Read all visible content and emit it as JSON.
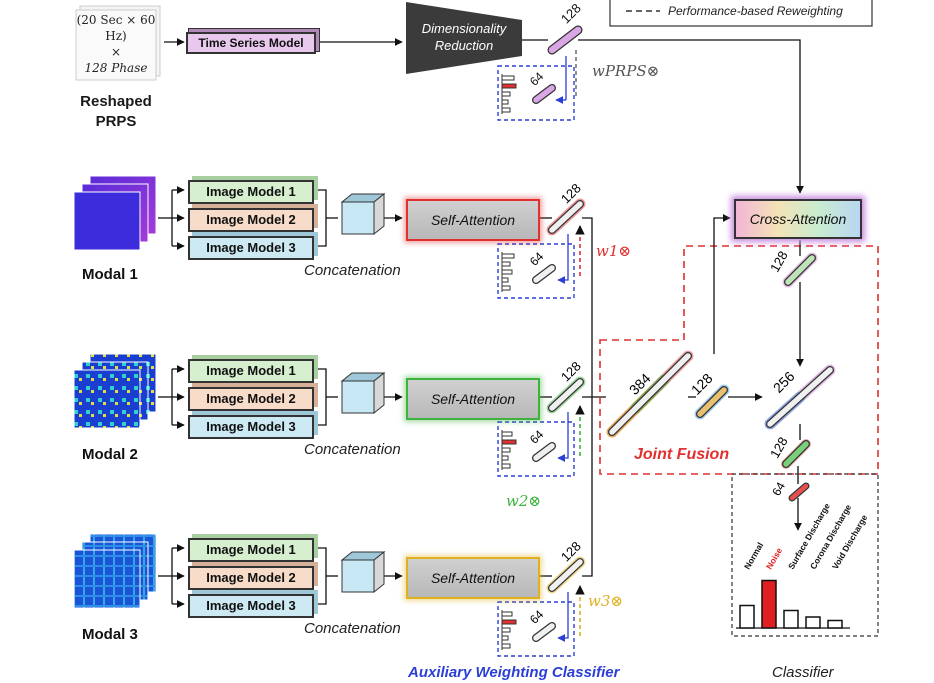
{
  "top": {
    "prps_formula_line1": "(20 Sec × 60 Hz)",
    "prps_formula_times": "×",
    "prps_formula_line2": "128 Phase",
    "prps_label_1": "Reshaped",
    "prps_label_2": "PRPS",
    "time_series_model": "Time Series Model",
    "dim_reduction_1": "Dimensionality",
    "dim_reduction_2": "Reduction",
    "dim_128": "128",
    "dim_64": "64",
    "w_prps": "wPRPS⊗",
    "legend_text": "Performance-based Reweighting"
  },
  "rows": [
    {
      "modal_label": "Modal 1",
      "image_models": [
        "Image Model 1",
        "Image Model 2",
        "Image Model 3"
      ],
      "concat_label": "Concatenation",
      "self_attention": "Self-Attention",
      "dim_128": "128",
      "dim_64": "64",
      "weight": "w1⊗",
      "color": "#e03030"
    },
    {
      "modal_label": "Modal 2",
      "image_models": [
        "Image Model 1",
        "Image Model 2",
        "Image Model 3"
      ],
      "concat_label": "Concatenation",
      "self_attention": "Self-Attention",
      "dim_128": "128",
      "dim_64": "64",
      "weight": "w2⊗",
      "color": "#3db33d"
    },
    {
      "modal_label": "Modal 3",
      "image_models": [
        "Image Model 1",
        "Image Model 2",
        "Image Model 3"
      ],
      "concat_label": "Concatenation",
      "self_attention": "Self-Attention",
      "dim_128": "128",
      "dim_64": "64",
      "weight": "w3⊗",
      "color": "#e0b020"
    }
  ],
  "fusion": {
    "cross_attention": "Cross-Attention",
    "dim_cross_128": "128",
    "dim_384": "384",
    "dim_128": "128",
    "dim_256": "256",
    "dim_out_128": "128",
    "dim_out_64": "64",
    "joint_fusion": "Joint Fusion"
  },
  "classifier": {
    "classes": [
      "Normal",
      "Noise",
      "Surface Discharge",
      "Corona Discharge",
      "Void Discharge"
    ],
    "highlight_index": 1,
    "bar_values": [
      0.45,
      0.95,
      0.35,
      0.22,
      0.15
    ],
    "label": "Classifier"
  },
  "footer": {
    "aux_label": "Auxiliary Weighting Classifier"
  },
  "colors": {
    "red": "#e03030",
    "green": "#3db33d",
    "yellow": "#e0b020",
    "blue": "#2b3fd6",
    "purple": "#c060c0"
  }
}
